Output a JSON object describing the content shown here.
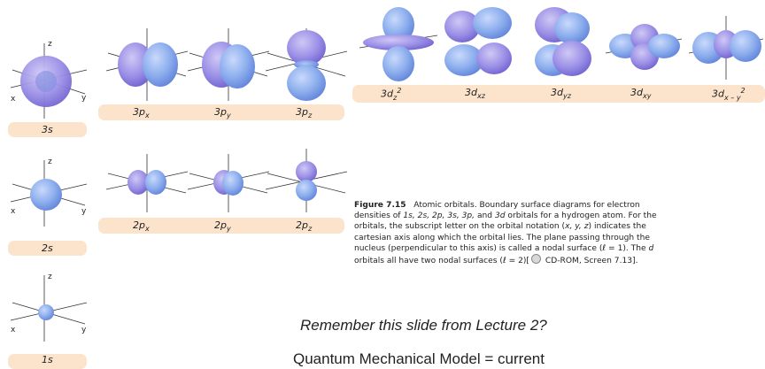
{
  "axes": {
    "x": "x",
    "y": "y",
    "z": "z"
  },
  "orbitals": {
    "s1": "1s",
    "s2": "2s",
    "s3": "3s",
    "p2x": "2p",
    "p2y": "2p",
    "p2z": "2p",
    "p3x": "3p",
    "p3y": "3p",
    "p3z": "3p",
    "d1": "3d",
    "d2": "3d",
    "d3": "3d",
    "d4": "3d",
    "d5": "3d"
  },
  "subscripts": {
    "x": "x",
    "y": "y",
    "z": "z",
    "xz": "xz",
    "yz": "yz",
    "xy": "xy",
    "z2": "z",
    "x2": "x",
    "y2": "y",
    "minus": " – ",
    "two": "2"
  },
  "caption": {
    "fig_label": "Figure 7.15",
    "line1": "Atomic orbitals. Boundary surface diagrams for electron",
    "line2a": "densities of ",
    "line2b": "1s, 2s, 2p, 3s, 3p,",
    "line2c": " and ",
    "line2d": "3d",
    "line2e": " orbitals for a hydrogen atom. For the",
    "line3a": "orbitals, the subscript letter on the orbital notation (",
    "line3b": "x, y, z",
    "line3c": ") indicates the",
    "line4": "cartesian axis along which the orbital lies. The plane passing through the",
    "line5a": "nucleus (perpendicular to this axis) is called a nodal surface (ℓ = 1). The ",
    "line5b": "d",
    "line6a": "orbitals all have two nodal surfaces (ℓ = 2)[",
    "line6b": " CD-ROM, Screen 7.13]."
  },
  "remember": "Remember this slide from Lecture 2?",
  "quantum": "Quantum Mechanical Model = current",
  "colors": {
    "lobe": "#8fb0ee",
    "lobe_dark": "#5e7fd6",
    "label_bar": "#fbe3cc"
  }
}
